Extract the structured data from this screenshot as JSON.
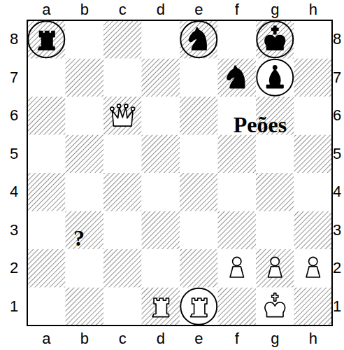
{
  "diagram": {
    "labels": [
      "a",
      "b",
      "c",
      "d",
      "e",
      "f",
      "g",
      "h",
      "8",
      "8",
      "7",
      "7",
      "6",
      "Peões",
      "6",
      "5",
      "5",
      "4",
      "4",
      "3",
      "?",
      "3",
      "2",
      "2",
      "1",
      "1",
      "a",
      "b",
      "c",
      "d",
      "e",
      "f",
      "g",
      "h"
    ]
  }
}
